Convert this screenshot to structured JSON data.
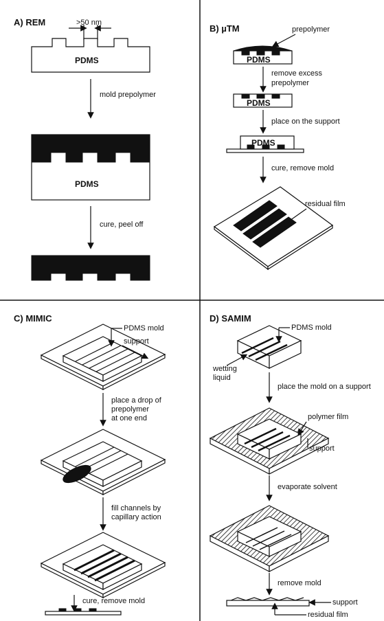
{
  "panels": {
    "a": {
      "title": "A) REM",
      "dimension": ">50 nm",
      "pdms1": "PDMS",
      "step1": "mold prepolymer",
      "pdms2": "PDMS",
      "step2": "cure, peel off"
    },
    "b": {
      "title": "B) µTM",
      "prepolymer": "prepolymer",
      "pdms1": "PDMS",
      "step1_l1": "remove excess",
      "step1_l2": "prepolymer",
      "pdms2": "PDMS",
      "step2": "place on the support",
      "pdms3": "PDMS",
      "step3": "cure, remove mold",
      "residual": "residual film"
    },
    "c": {
      "title": "C) MIMIC",
      "mold": "PDMS mold",
      "support": "support",
      "step1_l1": "place a drop of",
      "step1_l2": "prepolymer",
      "step1_l3": "at one end",
      "step2_l1": "fill channels by",
      "step2_l2": "capillary action",
      "step3": "cure, remove mold"
    },
    "d": {
      "title": "D) SAMIM",
      "mold": "PDMS mold",
      "wetting_l1": "wetting",
      "wetting_l2": "liquid",
      "step1": "place the mold on a support",
      "polymer": "polymer film",
      "support": "support",
      "step2": "evaporate solvent",
      "step3": "remove mold",
      "support2": "support",
      "residual": "residual film"
    }
  }
}
